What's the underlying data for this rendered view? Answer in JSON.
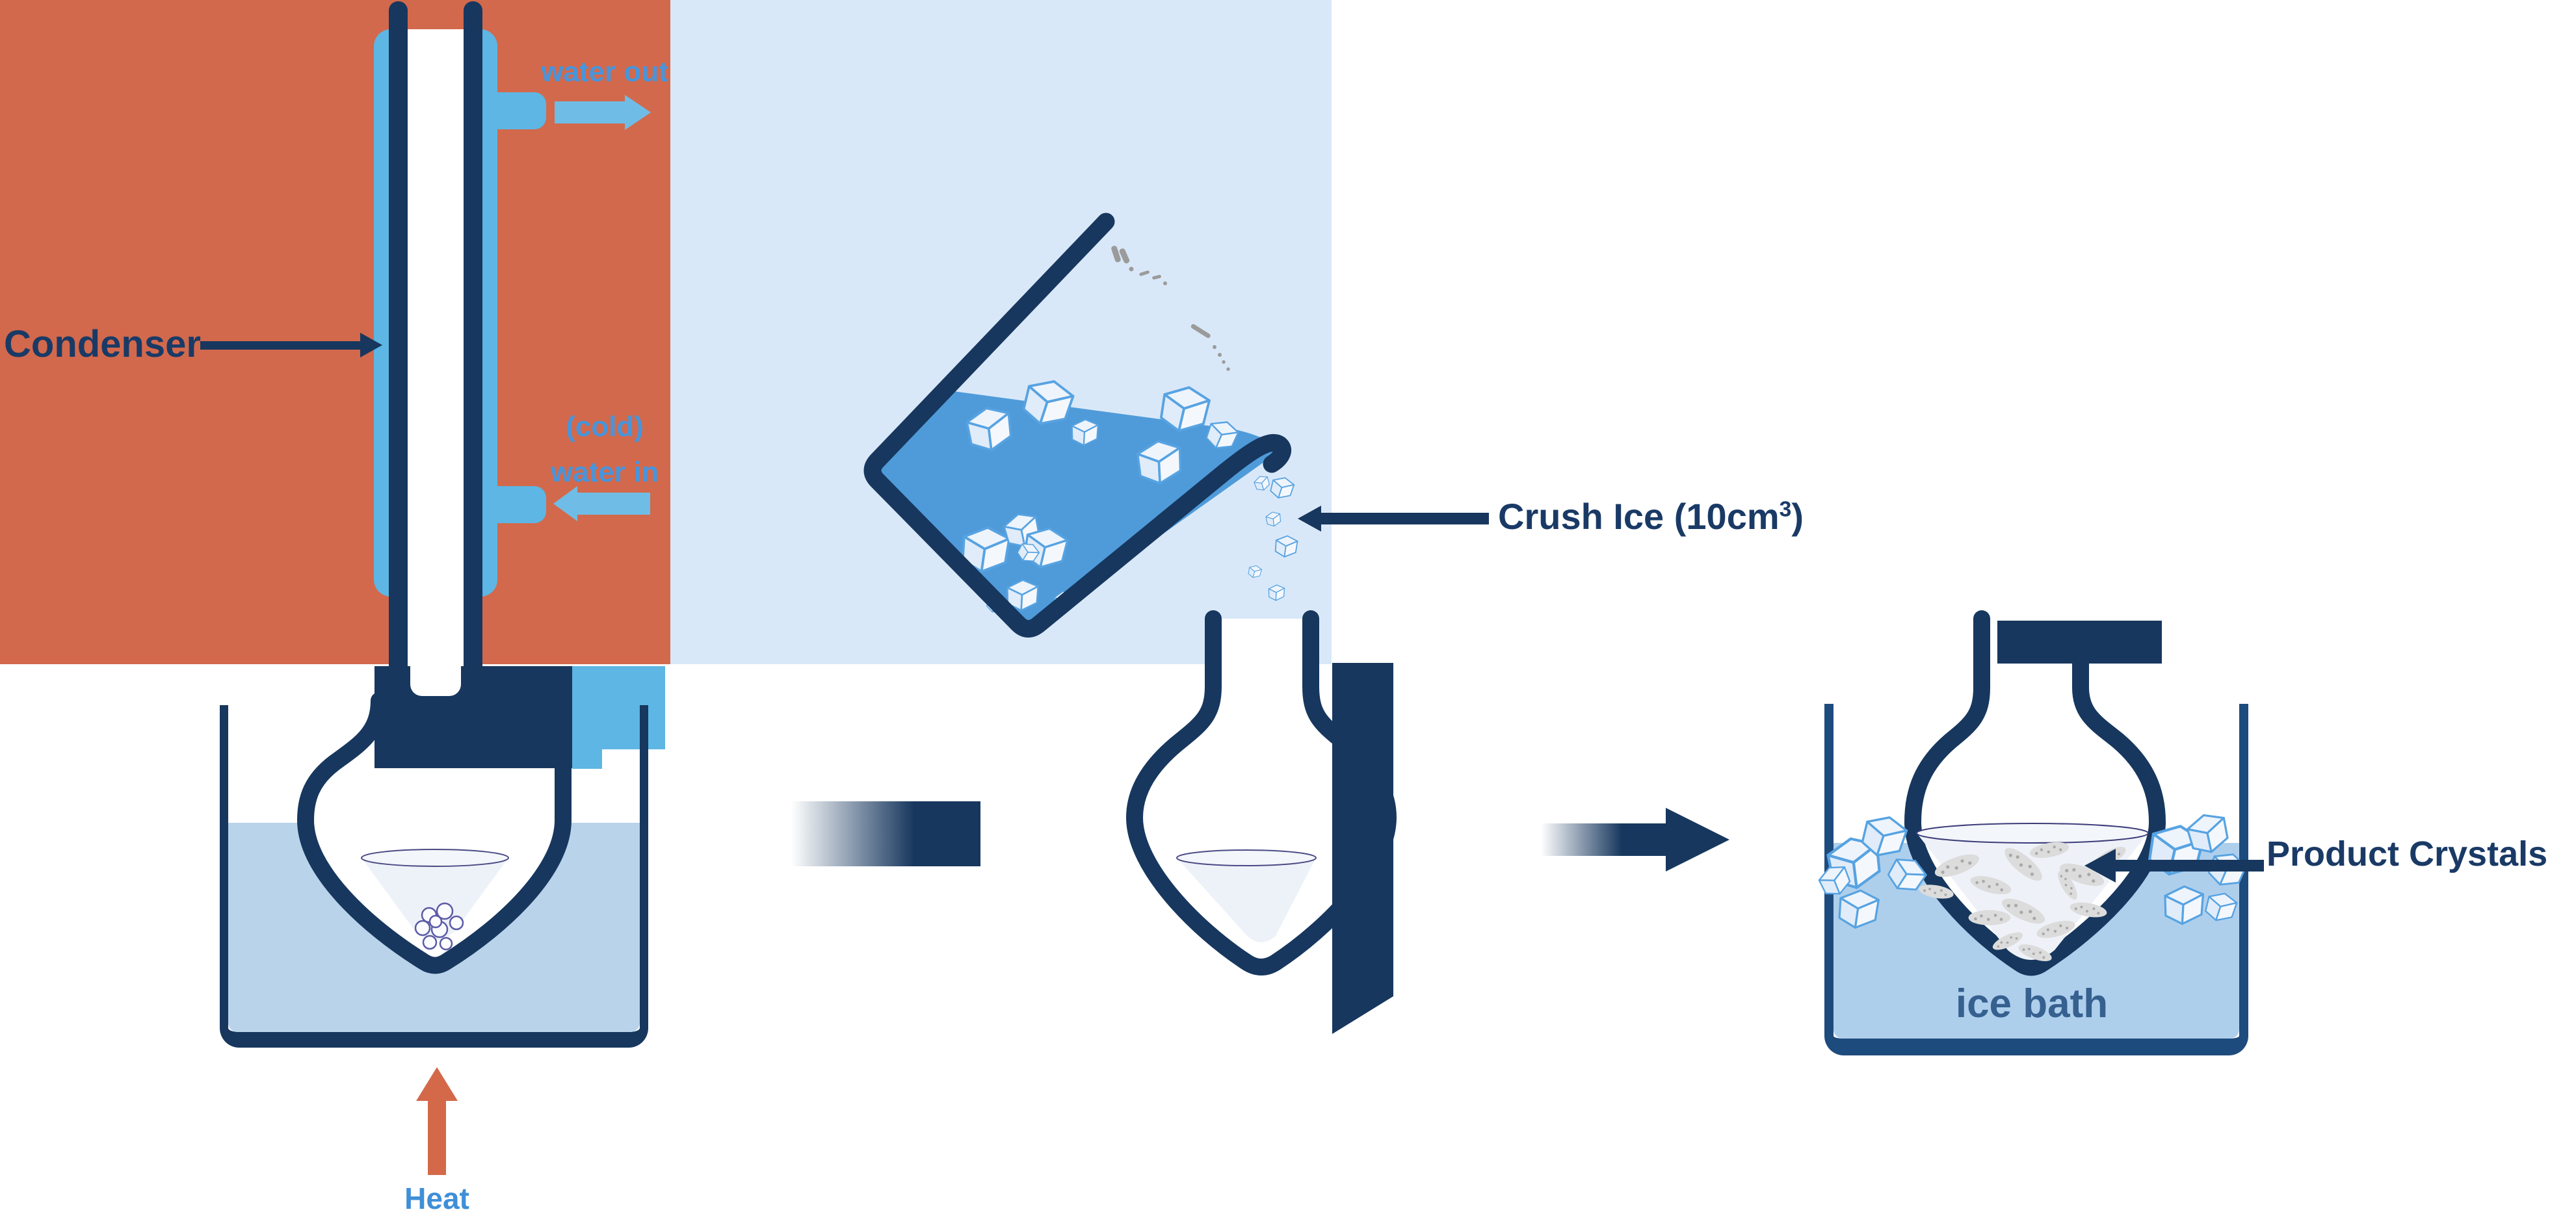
{
  "diagram": {
    "title": "reflux and recrystallisation process diagram",
    "stage1": {
      "condenser_label": "Condenser",
      "water_out_label": "water out",
      "cold_label": "(cold)",
      "water_in_label": "water in",
      "heat_label": "Heat"
    },
    "stage2": {
      "crush_ice_prefix": "Crush Ice (10cm",
      "crush_ice_sup": "3",
      "crush_ice_suffix": ")"
    },
    "stage3": {
      "ice_bath_label": "ice bath",
      "product_crystals_label": "Product Crystals"
    },
    "colors": {
      "hot_background": "#d2694c",
      "cold_background": "#d9e8f8",
      "navy": "#17375e",
      "condenser_jacket_blue": "#5db6e3",
      "water_arrow_blue": "#6fbde6",
      "label_blue": "#4795dc",
      "heat_text_blue": "#3f8fd8",
      "ice_bath_text": "#35608f",
      "text_navy": "#1a3a66",
      "beaker_water_light": "#b9d3ea",
      "ice_bath_water": "#aecfec",
      "pouring_liquid_blue": "#4f9bda",
      "flask_liquid": "#edf2f8",
      "ice_cube_outline": "#57a3e2",
      "crystal_gray": "#dcdcdc",
      "heat_arrow_orange": "#d4694a"
    }
  }
}
